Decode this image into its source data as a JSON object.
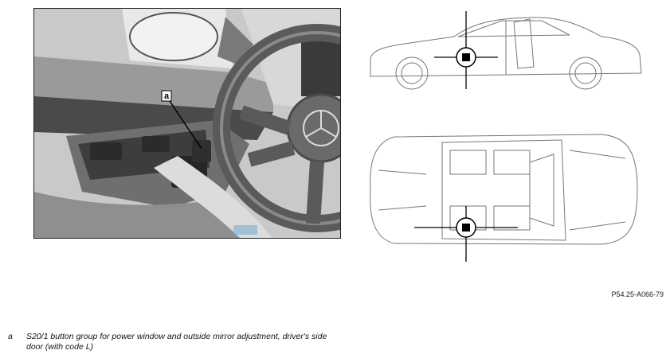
{
  "photo": {
    "callout_label": "a"
  },
  "figure_ref": "P54.25-A066-79",
  "legend": {
    "key": "a",
    "text": "S20/1 button group for power window and outside mirror adjustment, driver's side door (with code L)"
  }
}
